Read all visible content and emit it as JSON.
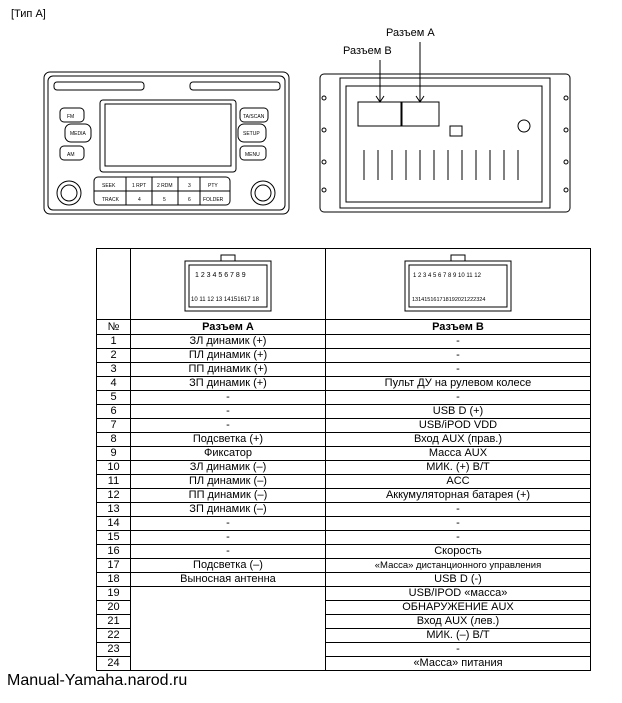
{
  "type_label": "[Тип А]",
  "radio": {
    "connector_a_label": "Разъем A",
    "connector_b_label": "Разъем B",
    "buttons": {
      "fm": "FM",
      "media": "MEDIA",
      "am": "AM",
      "tv_scan": "TA/SCAN",
      "setup": "SETUP",
      "menu": "MENU",
      "seek": "SEEK",
      "track": "TRACK",
      "rpt": "1 RPT",
      "rdm": "2 RDM",
      "b3": "3",
      "pty": "PTY",
      "b4": "4",
      "b5": "5",
      "b6": "6",
      "folder": "FOLDER"
    }
  },
  "table": {
    "headers": {
      "num": "№",
      "a": "Разъем A",
      "b": "Разъем B"
    },
    "conn_a_top_pins": "1 2 3 4   5 6 7 8 9",
    "conn_a_bottom_pins": "10 11 12 13 14151617 18",
    "conn_b_top_pins": "1 2 3 4 5 6 7 8 9 10 11 12",
    "conn_b_bottom_pins": "131415161718192021222324",
    "rows": [
      {
        "n": "1",
        "a": "ЗЛ динамик (+)",
        "b": "-"
      },
      {
        "n": "2",
        "a": "ПЛ динамик (+)",
        "b": "-"
      },
      {
        "n": "3",
        "a": "ПП динамик (+)",
        "b": "-"
      },
      {
        "n": "4",
        "a": "ЗП динамик (+)",
        "b": "Пульт ДУ на рулевом колесе"
      },
      {
        "n": "5",
        "a": "-",
        "b": "-"
      },
      {
        "n": "6",
        "a": "-",
        "b": "USB D (+)"
      },
      {
        "n": "7",
        "a": "-",
        "b": "USB/iPOD VDD"
      },
      {
        "n": "8",
        "a": "Подсветка (+)",
        "b": "Вход AUX (прав.)"
      },
      {
        "n": "9",
        "a": "Фиксатор",
        "b": "Масса AUX"
      },
      {
        "n": "10",
        "a": "ЗЛ динамик (–)",
        "b": "МИК. (+) В/Т"
      },
      {
        "n": "11",
        "a": "ПЛ динамик (–)",
        "b": "ACC"
      },
      {
        "n": "12",
        "a": "ПП динамик (–)",
        "b": "Аккумуляторная батарея (+)"
      },
      {
        "n": "13",
        "a": "ЗП динамик (–)",
        "b": "-"
      },
      {
        "n": "14",
        "a": "-",
        "b": "-"
      },
      {
        "n": "15",
        "a": "-",
        "b": "-"
      },
      {
        "n": "16",
        "a": "-",
        "b": "Скорость"
      },
      {
        "n": "17",
        "a": "Подсветка (–)",
        "b": "«Масса» дистанционного управления"
      },
      {
        "n": "18",
        "a": "Выносная антенна",
        "b": "USB D (-)"
      },
      {
        "n": "19",
        "a": "",
        "b": "USB/IPOD «масса»"
      },
      {
        "n": "20",
        "a": "",
        "b": "ОБНАРУЖЕНИЕ AUX"
      },
      {
        "n": "21",
        "a": "",
        "b": "Вход AUX (лев.)"
      },
      {
        "n": "22",
        "a": "",
        "b": "МИК. (–) В/Т"
      },
      {
        "n": "23",
        "a": "",
        "b": "-"
      },
      {
        "n": "24",
        "a": "",
        "b": "«Масса» питания"
      }
    ]
  },
  "footer": "Manual-Yamaha.narod.ru"
}
